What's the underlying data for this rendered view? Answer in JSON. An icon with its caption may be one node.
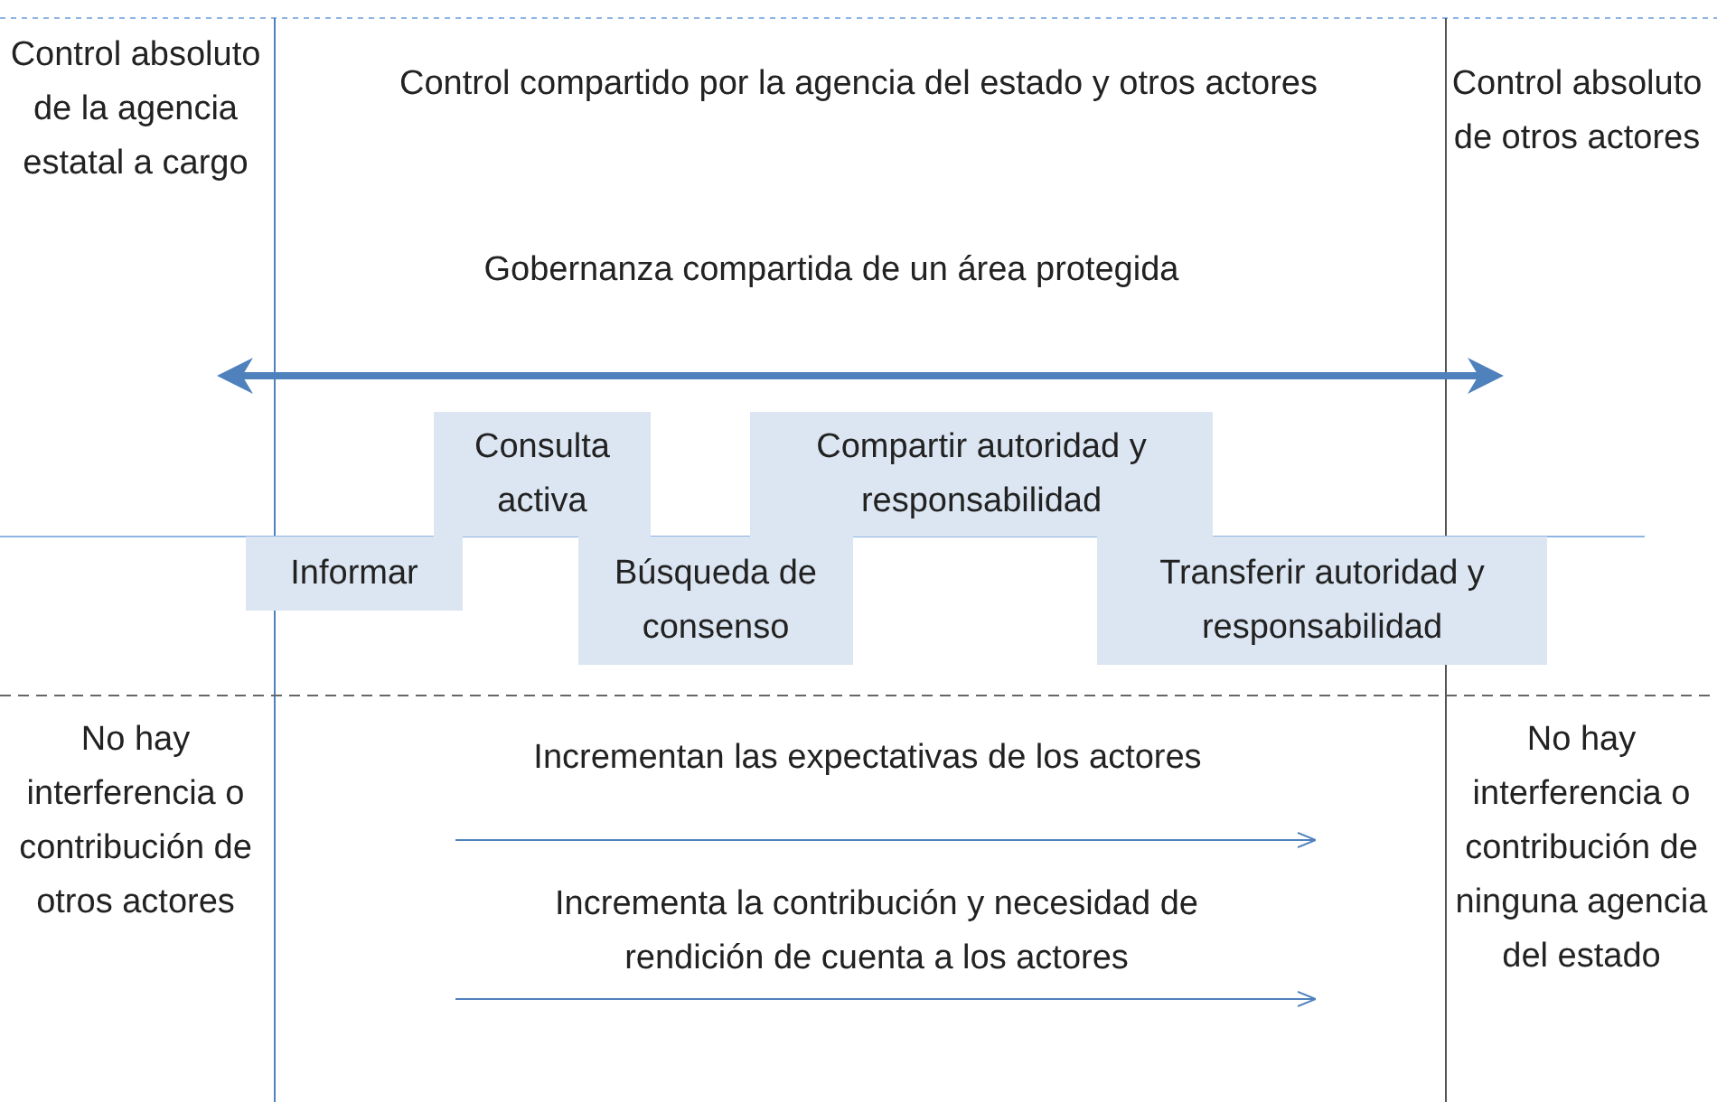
{
  "diagram": {
    "nodes": [
      {
        "text": [
          "Consulta activa"
        ]
      },
      {
        "text": [
          "Compartir autoridad y responsabilidad"
        ]
      },
      {
        "text": [
          "Informar"
        ]
      },
      {
        "text": [
          "Búsqueda de consenso"
        ]
      },
      {
        "text": [
          "Transferir autoridad y responsabilidad"
        ]
      }
    ],
    "labels": [
      "Control absoluto de la agencia estatal a cargo",
      "Control compartido por la agencia del estado y otros actores",
      "Control absoluto de otros actores",
      "Gobernanza compartida de un área protegida",
      "No hay interferencia o contribución de otros actores",
      "Incrementan las expectativas de los actores",
      "No hay interferencia o contribución de ninguna agencia del estado",
      "Incrementa la contribución y necesidad de rendición de cuenta a los actores"
    ]
  }
}
